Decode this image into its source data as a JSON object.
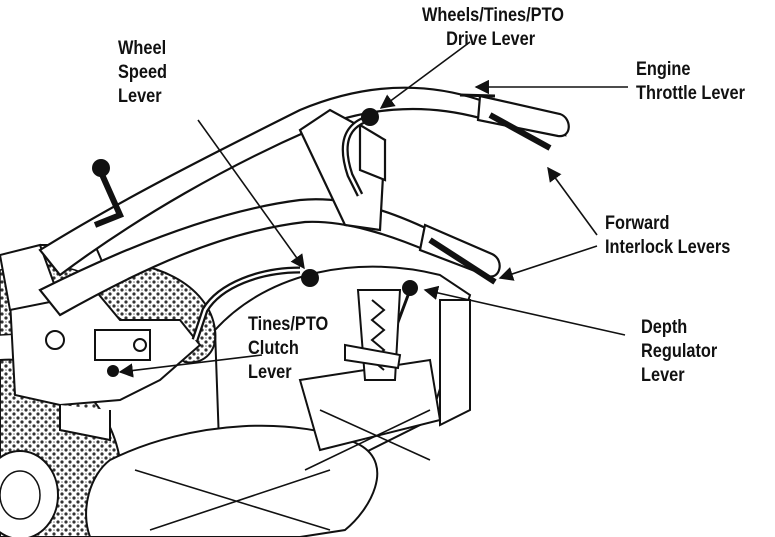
{
  "colors": {
    "ink": "#111111",
    "paper": "#ffffff",
    "tire_shade": "#6a6a6a"
  },
  "labels": {
    "drive_lever": {
      "line1": "Wheels/Tines/PTO",
      "line2": "Drive Lever"
    },
    "wheel_speed": {
      "line1": "Wheel",
      "line2": "Speed",
      "line3": "Lever"
    },
    "throttle": {
      "line1": "Engine",
      "line2": "Throttle Lever"
    },
    "interlock": {
      "line1": "Forward",
      "line2": "Interlock Levers"
    },
    "clutch": {
      "line1": "Tines/PTO",
      "line2": "Clutch",
      "line3": "Lever"
    },
    "depth_regulator": {
      "line1": "Depth",
      "line2": "Regulator",
      "line3": "Lever"
    }
  }
}
